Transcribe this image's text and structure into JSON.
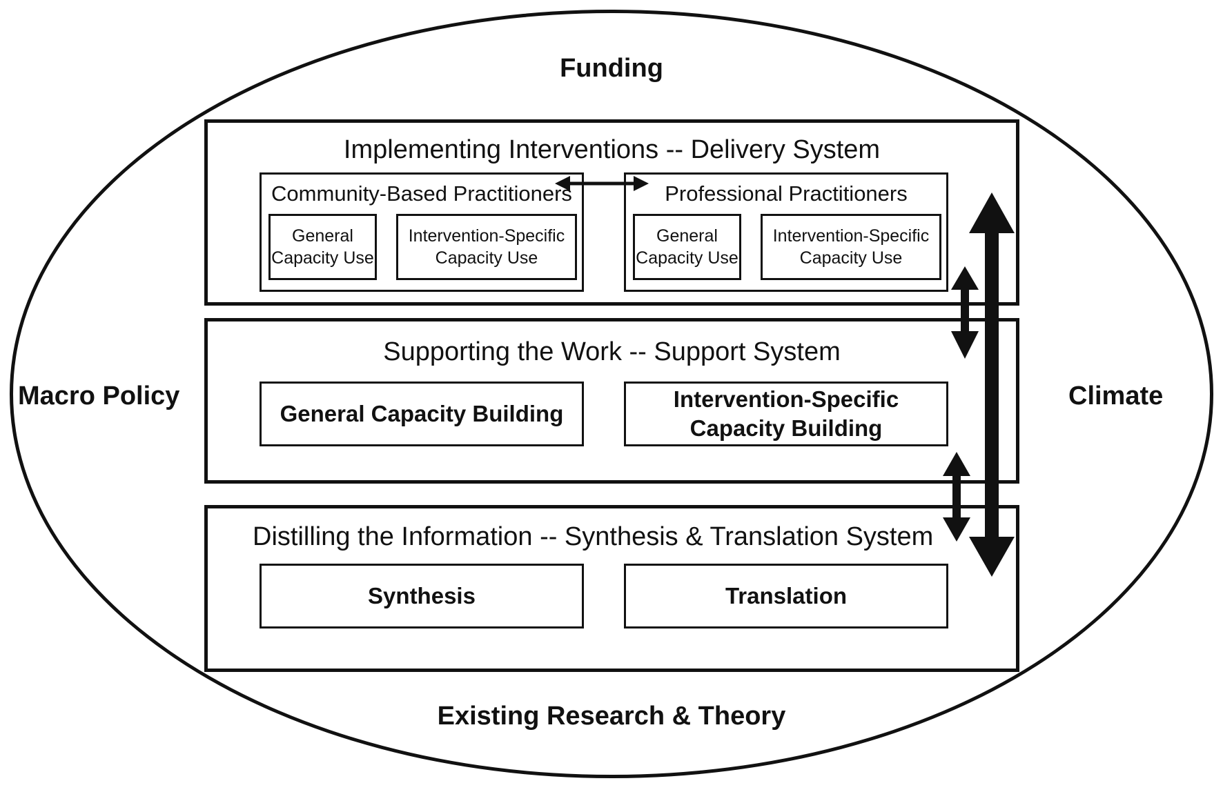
{
  "context": {
    "top": "Funding",
    "left": "Macro Policy",
    "right": "Climate",
    "bottom": "Existing Research & Theory"
  },
  "delivery_system": {
    "title": "Implementing Interventions -- Delivery System",
    "community": {
      "title": "Community-Based Practitioners",
      "general": [
        "General",
        "Capacity Use"
      ],
      "specific": [
        "Intervention-Specific",
        "Capacity Use"
      ]
    },
    "professional": {
      "title": "Professional Practitioners",
      "general": [
        "General",
        "Capacity Use"
      ],
      "specific": [
        "Intervention-Specific",
        "Capacity Use"
      ]
    }
  },
  "support_system": {
    "title": "Supporting the Work -- Support System",
    "general": [
      "General Capacity Building"
    ],
    "specific": [
      "Intervention-Specific",
      "Capacity Building"
    ]
  },
  "synthesis_system": {
    "title": "Distilling the Information -- Synthesis & Translation System",
    "synthesis": "Synthesis",
    "translation": "Translation"
  }
}
